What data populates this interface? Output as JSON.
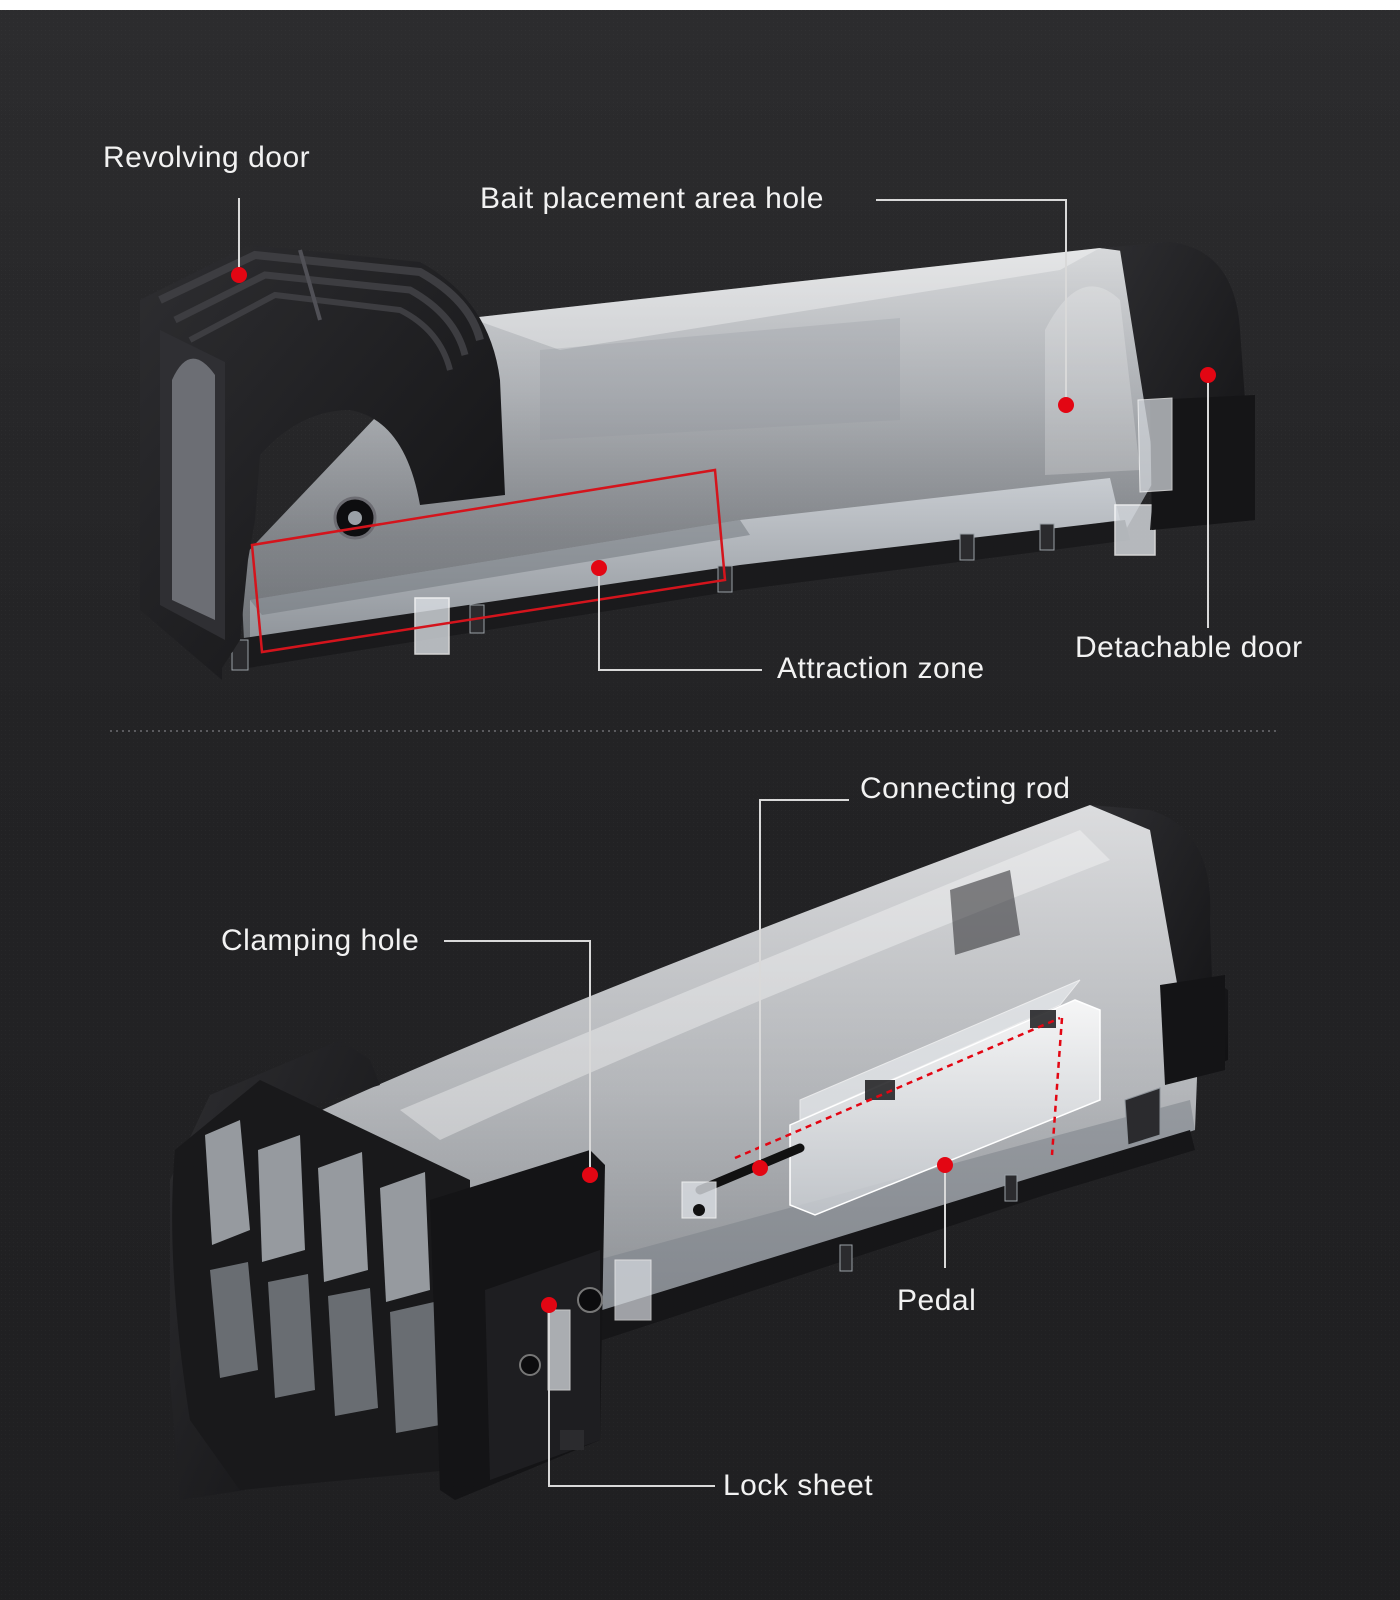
{
  "colors": {
    "background_top": "#2a2a2c",
    "background_bottom": "#202022",
    "marker": "#e30613",
    "highlight_box": "#d4141c",
    "label_text": "#f2f2f2",
    "leader_line": "#d9d9d9",
    "plastic_black": "#1b1b1d",
    "plastic_clear": "#e9ecef"
  },
  "callouts": {
    "revolving_door": "Revolving door",
    "bait_placement_area_hole": "Bait placement area hole",
    "attraction_zone": "Attraction zone",
    "detachable_door": "Detachable door",
    "connecting_rod": "Connecting rod",
    "clamping_hole": "Clamping hole",
    "pedal": "Pedal",
    "lock_sheet": "Lock sheet"
  }
}
